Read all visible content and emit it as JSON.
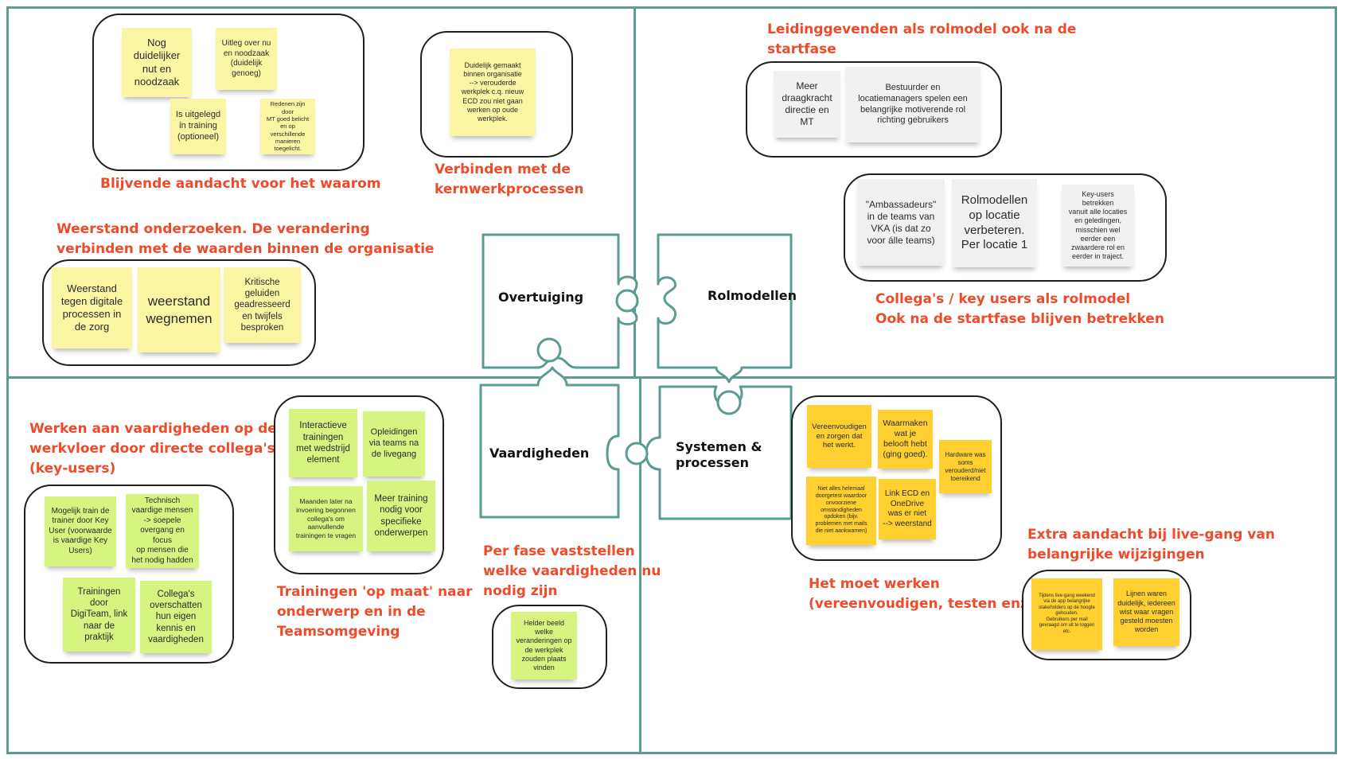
{
  "colors": {
    "frame": "#5a9c92",
    "heading": "#ee4b2b",
    "note_yellow": "#fbf6a4",
    "note_grey": "#f1f1f1",
    "note_green": "#d6f47f",
    "note_orange": "#ffd02f"
  },
  "puzzle": {
    "overtuiging": "Overtuiging",
    "rolmodellen": "Rolmodellen",
    "vaardigheden": "Vaardigheden",
    "systemen": "Systemen &\nprocessen"
  },
  "q1": {
    "g1_heading": "Blijvende aandacht voor het waarom",
    "g1_notes": [
      "Nog\nduidelijker\nnut en\nnoodzaak",
      "Uitleg over nu\nen noodzaak\n(duidelijk\ngenoeg)",
      "Is uitgelegd\nin training\n(optioneel)",
      "Redenen zijn door\nMT goed belicht\nen op\nverschillende\nmanieren\ntoegelicht."
    ],
    "g2_heading": "Verbinden met de\nkernwerkprocessen",
    "g2_notes": [
      "Duidelijk gemaakt\nbinnen organisatie\n--> verouderde\nwerkplek c.q. nieuw\nECD zou niet gaan\nwerken op oude\nwerkplek."
    ],
    "g3_heading": "Weerstand onderzoeken. De verandering\nverbinden met de waarden binnen de organisatie",
    "g3_notes": [
      "Weerstand\ntegen digitale\nprocessen in\nde zorg",
      "weerstand\nwegnemen",
      "Kritische\ngeluiden\ngeadresseerd\nen twijfels\nbesproken"
    ]
  },
  "q2": {
    "g1_heading": "Leidinggevenden als rolmodel ook na de\nstartfase",
    "g1_notes": [
      "Meer\ndraagkracht\ndirectie en\nMT",
      "Bestuurder en\nlocatiemanagers spelen een\nbelangrijke motiverende rol\nrichting gebruikers"
    ],
    "g2_heading": "Collega's / key users als rolmodel\nOok na de startfase blijven betrekken",
    "g2_notes": [
      "\"Ambassadeurs\"\nin de teams van\nVKA (is dat zo\nvoor álle teams)",
      "Rolmodellen\nop locatie\nverbeteren.\nPer locatie 1",
      "Key-users betrekken\nvanuit alle locaties\nen geledingen,\nmisschien wel\neerder een\nzwaardere rol en\neerder in traject."
    ]
  },
  "q3": {
    "g1_heading": "Werken aan vaardigheden op de\nwerkvloer door directe collega's\n(key-users)",
    "g1_notes": [
      "Mogelijk train de\ntrainer door Key\nUser (voorwaarde\nis vaardige Key\nUsers)",
      "Technisch\nvaardige mensen\n-> soepele\novergang en focus\nop mensen die\nhet nodig hadden",
      "Trainingen\ndoor\nDigiTeam, link\nnaar de\npraktijk",
      "Collega's\noverschatten\nhun eigen\nkennis en\nvaardigheden"
    ],
    "g2_heading": "Trainingen 'op maat' naar\nonderwerp en in de\nTeamsomgeving",
    "g2_notes": [
      "Interactieve\ntrainingen\nmet wedstrijd\nelement",
      "Opleidingen\nvia teams na\nde livegang",
      "Maanden later na\ninvoering begonnen\ncollega's om\naanvullende\ntrainingen te vragen",
      "Meer training\nnodig voor\nspecifieke\nonderwerpen"
    ],
    "g3_heading": "Per fase vaststellen\nwelke vaardigheden nu\nnodig zijn",
    "g3_notes": [
      "Helder beeld\nwelke\nveranderingen op\nde werkplek\nzouden plaats\nvinden"
    ]
  },
  "q4": {
    "g1_heading": "Het moet werken\n(vereenvoudigen, testen enz.)",
    "g1_notes": [
      "Vereenvoudigen\nen zorgen dat\nhet werkt.",
      "Waarmaken\nwat je\nbelooft hebt\n(ging goed).",
      "Hardware was\nsoms\nverouderd/niet\ntoereikend",
      "Niet alles helemaal\ndoorgetest waardoor\nonvoorziene\nomstandigheden\nopdoken (bijv.\nproblemen met mails\ndie niet aankwamen)",
      "Link ECD en\nOneDrive\nwas er niet\n--> weerstand"
    ],
    "g2_heading": "Extra aandacht bij live-gang van\nbelangrijke wijzigingen",
    "g2_notes": [
      "Tijdens live-gang weekend\nvia de app belangrijke\nstakeholders op de hoogte\ngehouden.\nGebruikers per mail\ngevraagd om uit te loggen\netc.",
      "Lijnen waren\nduidelijk, iedereen\nwist waar vragen\ngesteld moesten\nworden"
    ]
  }
}
